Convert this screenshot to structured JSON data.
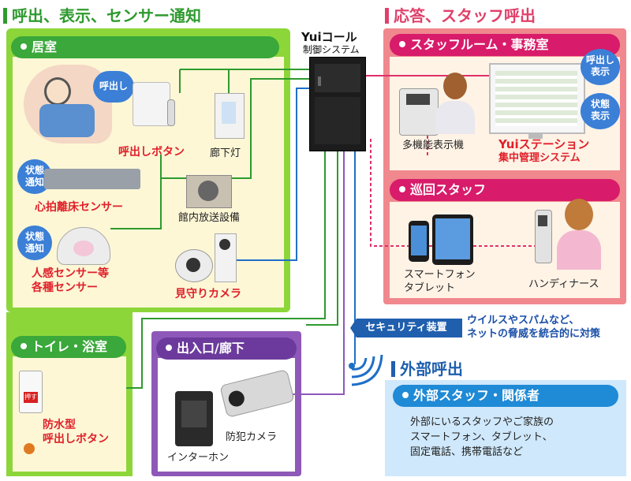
{
  "sections": {
    "left_title": "呼出、表示、センサー通知",
    "right_title": "応答、スタッフ呼出",
    "external_title": "外部呼出"
  },
  "control": {
    "brand": "Yuiコール",
    "subtitle": "制御システム"
  },
  "room": {
    "title": "居室",
    "call_badge": "呼出し",
    "call_button": "呼出しボタン",
    "corridor_light": "廊下灯",
    "status_badge": "状態\n通知",
    "heart_sensor": "心拍離床センサー",
    "pa_system": "館内放送設備",
    "motion_sensor": "人感センサー等\n各種センサー",
    "camera": "見守りカメラ"
  },
  "toilet": {
    "title": "トイレ・浴室",
    "button": "防水型\n呼出しボタン",
    "button_text": "押す"
  },
  "entrance": {
    "title": "出入口/廊下",
    "intercom": "インターホン",
    "security_camera": "防犯カメラ"
  },
  "staff_room": {
    "title": "スタッフルーム・事務室",
    "multi_display": "多機能表示機",
    "station": "Yuiステーション",
    "station_sub": "集中管理システム",
    "call_display": "呼出し\n表示",
    "status_display": "状態\n表示"
  },
  "patrol": {
    "title": "巡回スタッフ",
    "smartphone": "スマートフォン\nタブレット",
    "handy": "ハンディナース"
  },
  "security": {
    "label": "セキュリティ装置",
    "note": "ウイルスやスパムなど、\nネットの脅威を統合的に対策"
  },
  "external": {
    "title": "外部スタッフ・関係者",
    "desc": "外部にいるスタッフやご家族の\nスマートフォン、タブレット、\n固定電話、携帯電話など"
  },
  "colors": {
    "green": "#8dd63a",
    "pink": "#f0888e",
    "purple": "#8e58b8",
    "blue": "#1f8ad6"
  }
}
